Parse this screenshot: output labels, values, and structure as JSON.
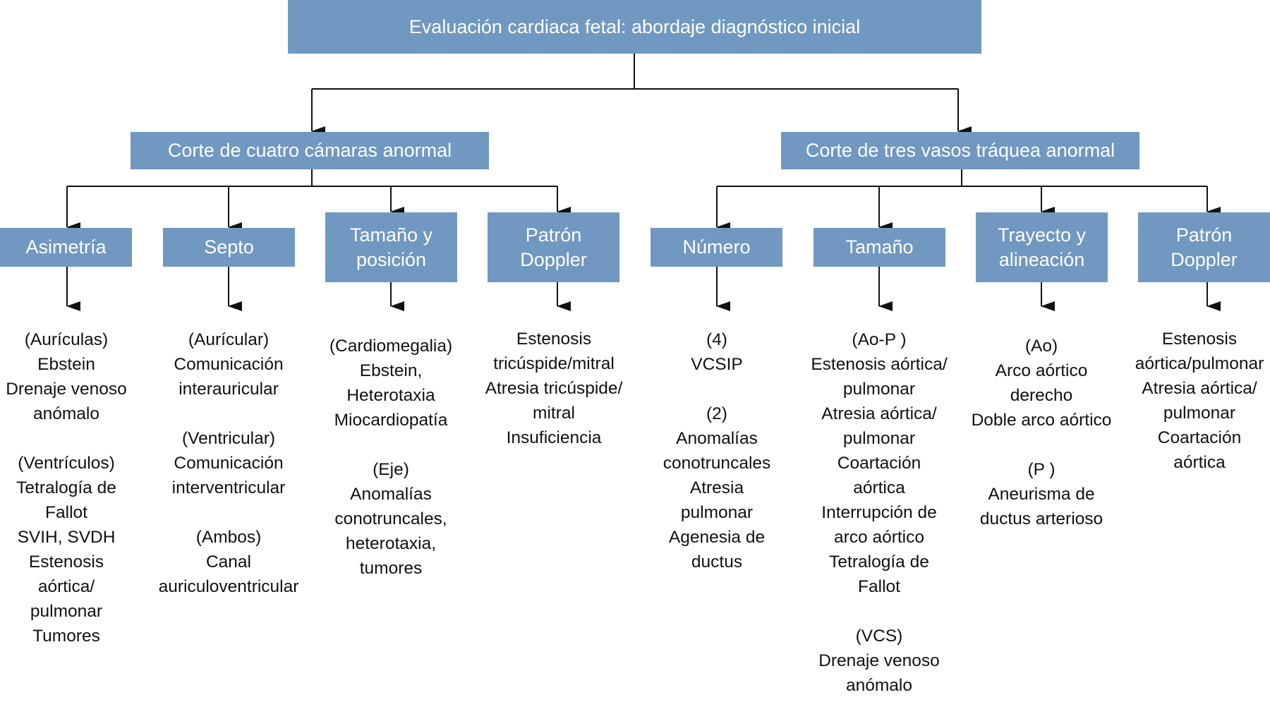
{
  "title": "Evaluación cardiaca fetal: abordaje diagnóstico inicial",
  "colors": {
    "box_fill": "#7098C1",
    "box_text": "#FFFFFF",
    "line": "#111111",
    "text": "#111111"
  },
  "branches": [
    {
      "label": "Corte de cuatro cámaras anormal",
      "children": [
        {
          "label": "Asimetría",
          "groups": [
            [
              "(Aurículas)",
              "Ebstein",
              "Drenaje venoso",
              "anómalo"
            ],
            [
              "(Ventrículos)",
              "Tetralogía de",
              "Fallot",
              "SVIH, SVDH",
              "Estenosis",
              "aórtica/",
              "pulmonar",
              "Tumores"
            ]
          ]
        },
        {
          "label": "Septo",
          "groups": [
            [
              "(Aurícular)",
              "Comunicación",
              "interauricular"
            ],
            [
              "(Ventricular)",
              "Comunicación",
              "interventricular"
            ],
            [
              "(Ambos)",
              "Canal",
              "auriculoventricular"
            ]
          ]
        },
        {
          "label": "Tamaño y\nposición",
          "groups": [
            [
              "(Cardiomegalia)",
              "Ebstein,",
              "Heterotaxia",
              "Miocardiopatía"
            ],
            [
              "(Eje)",
              "Anomalías",
              "conotruncales,",
              "heterotaxia,",
              "tumores"
            ]
          ]
        },
        {
          "label": "Patrón\nDoppler",
          "groups": [
            [
              "Estenosis",
              "tricúspide/mitral",
              "Atresia tricúspide/",
              "mitral",
              "Insuficiencia"
            ]
          ]
        }
      ]
    },
    {
      "label": "Corte de tres vasos tráquea anormal",
      "children": [
        {
          "label": "Número",
          "groups": [
            [
              "(4)",
              "VCSIP"
            ],
            [
              "(2)",
              "Anomalías",
              "conotruncales",
              "Atresia",
              "pulmonar",
              "Agenesia de",
              "ductus"
            ]
          ]
        },
        {
          "label": "Tamaño",
          "groups": [
            [
              "(Ao-P )",
              "Estenosis aórtica/",
              "pulmonar",
              "Atresia aórtica/",
              "pulmonar",
              "Coartación",
              "aórtica",
              "Interrupción de",
              "arco aórtico",
              "Tetralogía de",
              "Fallot"
            ],
            [
              "(VCS)",
              "Drenaje venoso",
              "anómalo"
            ]
          ]
        },
        {
          "label": "Trayecto y\nalineación",
          "groups": [
            [
              "(Ao)",
              "Arco aórtico",
              "derecho",
              "Doble arco aórtico"
            ],
            [
              "(P )",
              "Aneurisma de",
              "ductus arterioso"
            ]
          ]
        },
        {
          "label": "Patrón\nDoppler",
          "groups": [
            [
              "Estenosis",
              "aórtica/pulmonar",
              "Atresia aórtica/",
              "pulmonar",
              "Coartación",
              "aórtica"
            ]
          ]
        }
      ]
    }
  ]
}
